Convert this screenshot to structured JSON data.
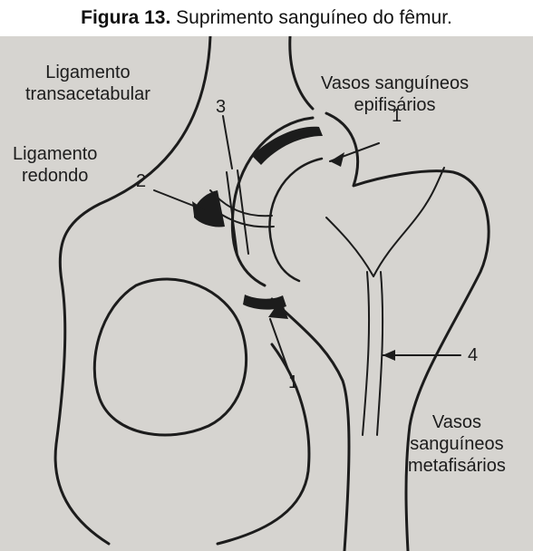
{
  "caption": {
    "figure_number": "Figura 13.",
    "text": " Suprimento sanguíneo do fêmur."
  },
  "labels": {
    "transverse_ligament": [
      "Ligamento",
      "transacetabular"
    ],
    "round_ligament": [
      "Ligamento",
      "redondo"
    ],
    "epiphyseal_vessels": [
      "Vasos sanguíneos",
      "epifisários"
    ],
    "metaphyseal_vessels": [
      "Vasos",
      "sanguíneos",
      "metafisários"
    ]
  },
  "numbers": {
    "n1_top": "1",
    "n2": "2",
    "n3": "3",
    "n1_bottom": "1",
    "n4": "4"
  },
  "colors": {
    "paper": "#d6d4d0",
    "ink": "#1c1c1c"
  }
}
